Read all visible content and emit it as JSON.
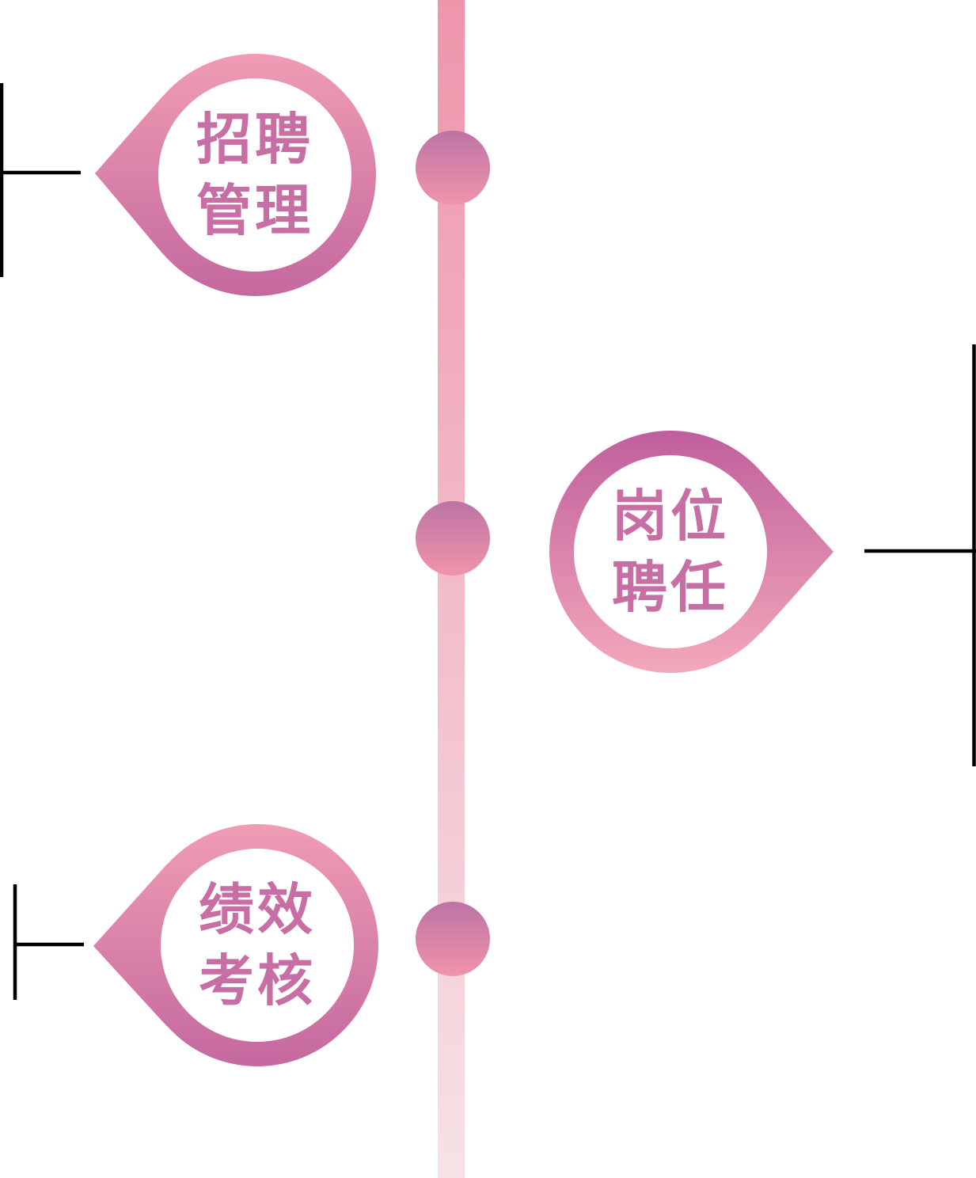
{
  "diagram": {
    "type": "vertical-timeline-infographic",
    "nodes": [
      {
        "id": "recruitment-management",
        "label": "招聘管理",
        "label_lines": [
          "招聘",
          "管理"
        ],
        "side": "left"
      },
      {
        "id": "position-appointment",
        "label": "岗位聘任",
        "label_lines": [
          "岗位",
          "聘任"
        ],
        "side": "right"
      },
      {
        "id": "performance-assessment",
        "label": "绩效考核",
        "label_lines": [
          "绩效",
          "考核"
        ],
        "side": "left"
      }
    ],
    "colors": {
      "bubble_gradient_light": "#f09cb3",
      "bubble_gradient_dark": "#c4689f",
      "bubble2_gradient_top": "#bf5f9d",
      "bubble2_gradient_bottom": "#f3a8ba",
      "dot_gradient_top": "#bd73a5",
      "dot_gradient_bottom": "#f094aa",
      "line_gradient_top": "#ee95ac",
      "line_gradient_bottom": "#f6e2e5",
      "label_text": "#c76fa4",
      "connector": "#000000",
      "inner_circle": "#ffffff"
    }
  }
}
